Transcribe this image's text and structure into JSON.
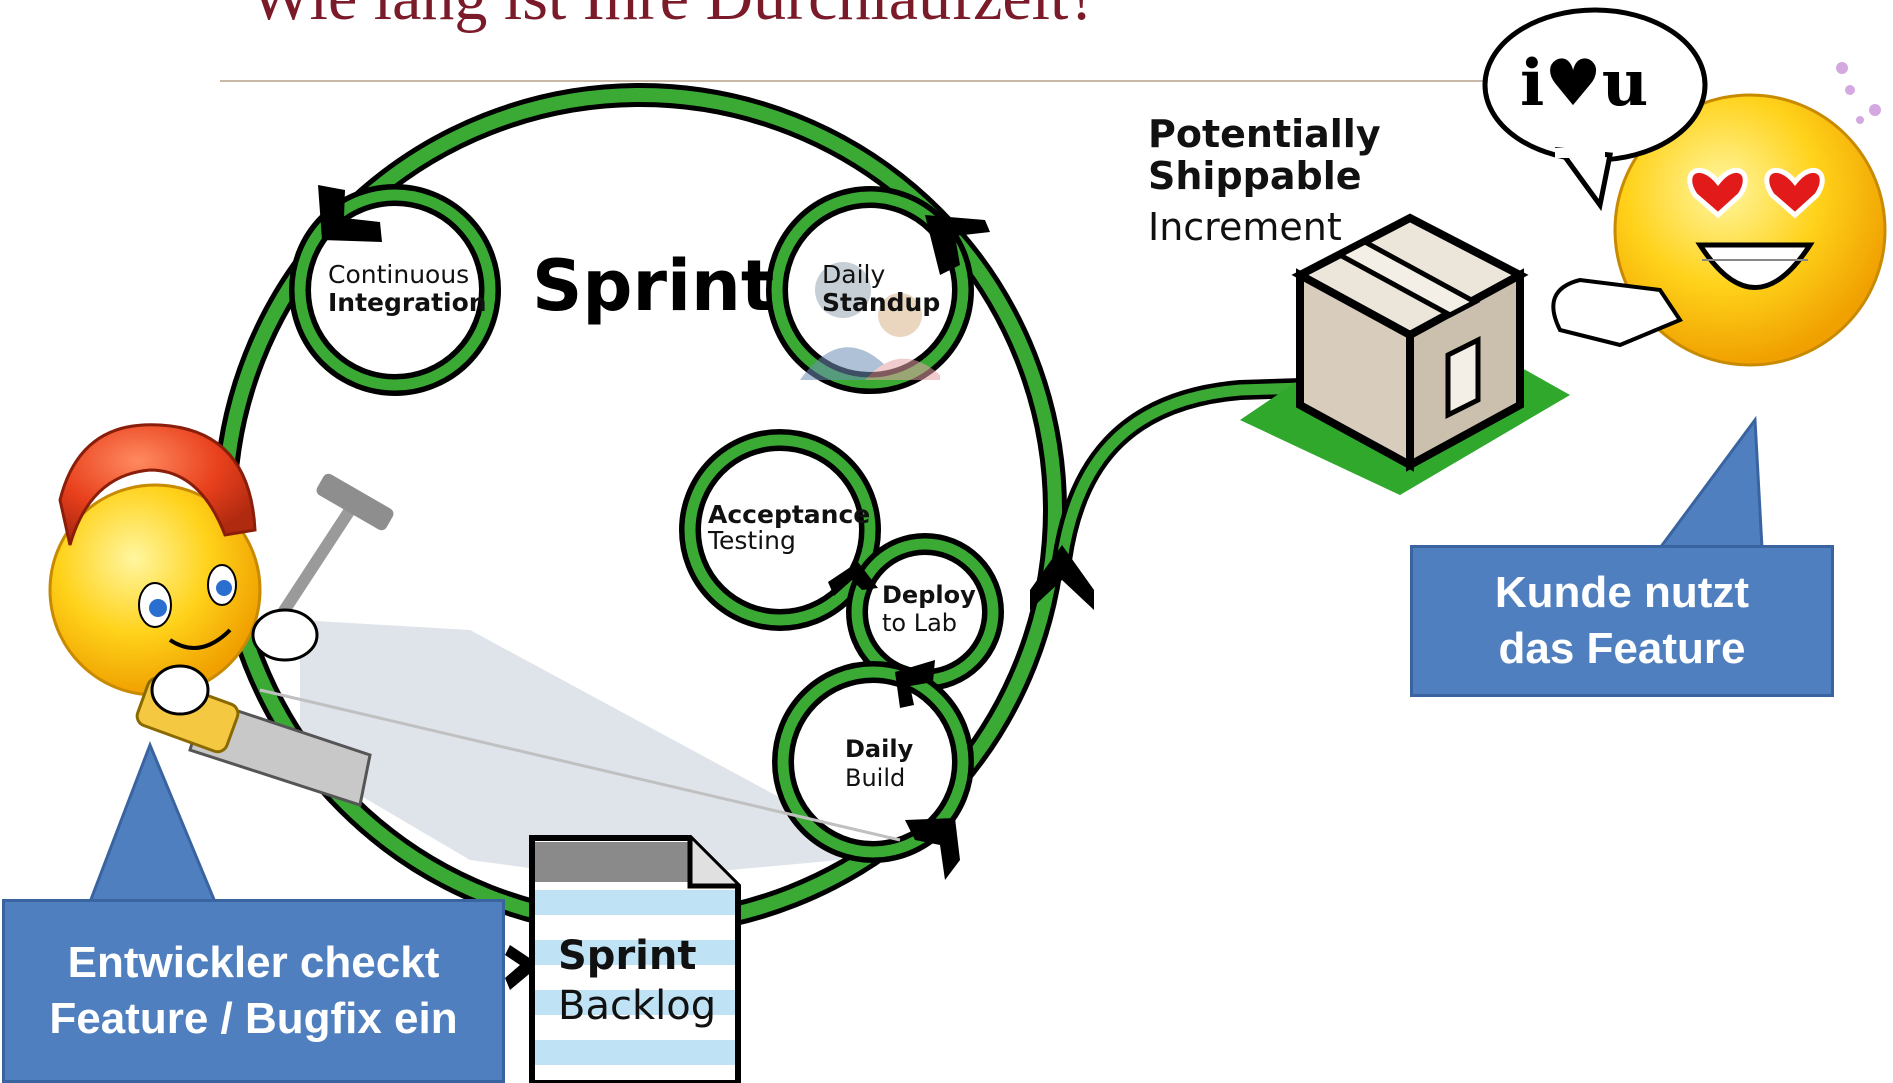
{
  "title": "Wie lang ist Ihre Durchlaufzeit?",
  "sprint": {
    "label": "Sprint"
  },
  "nodes": {
    "ci": {
      "line1": "Continuous",
      "line2": "Integration"
    },
    "standup": {
      "line1": "Daily",
      "line2": "Standup"
    },
    "acceptance": {
      "line1": "Acceptance",
      "line2": "Testing"
    },
    "deploy": {
      "line1": "Deploy",
      "line2": "to Lab"
    },
    "build": {
      "line1": "Daily",
      "line2": "Build"
    }
  },
  "increment": {
    "line1": "Potentially",
    "line2": "Shippable",
    "line3": "Increment"
  },
  "backlog": {
    "line1": "Sprint",
    "line2": "Backlog"
  },
  "callouts": {
    "customer": {
      "line1": "Kunde nutzt",
      "line2": "das Feature"
    },
    "developer": {
      "line1": "Entwickler checkt",
      "line2": "Feature / Bugfix ein"
    }
  },
  "speech": {
    "text": "i♥u"
  },
  "colors": {
    "ring": "#3aaa35",
    "callout": "#4f7fbf",
    "title": "#7b1b2a"
  }
}
